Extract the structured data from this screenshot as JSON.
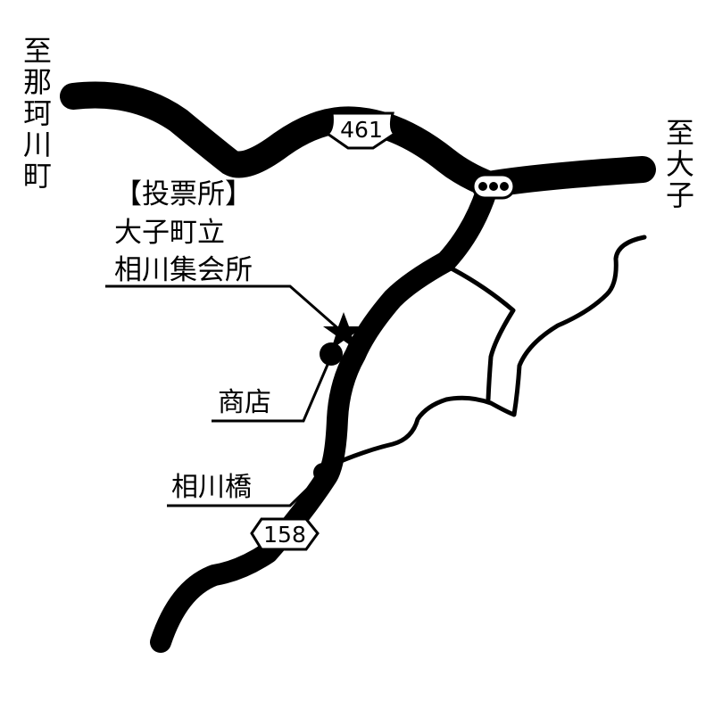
{
  "labels": {
    "to_nakagawa": "至那珂川町",
    "to_daigo": "至大子",
    "poll_bracket": "【投票所】",
    "poll_line1": "大子町立",
    "poll_line2": "相川集会所",
    "shop": "商店",
    "bridge": "相川橋"
  },
  "routes": {
    "upper": "461",
    "lower": "158"
  },
  "icons": {
    "polling_place": "star-icon",
    "shop": "filled-circle-icon",
    "bridge": "filled-circle-icon",
    "traffic_signal": "traffic-signal-icon"
  },
  "colors": {
    "ink": "#000000",
    "paper": "#ffffff"
  }
}
